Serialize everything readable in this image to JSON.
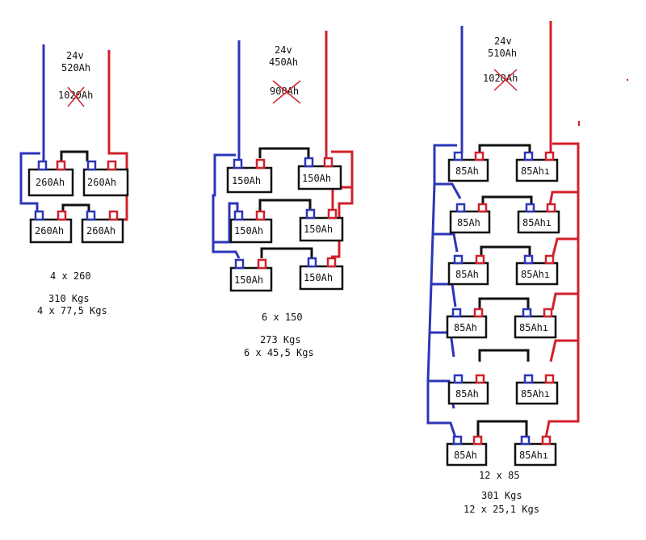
{
  "colors": {
    "negative": "#2b36b8",
    "positive": "#d0212b",
    "link": "#111111",
    "battery_outline": "#111111",
    "cross": "#d0212b"
  },
  "banks": [
    {
      "voltage": "24v",
      "capacity": "520Ah",
      "crossed_capacity": "1020Ah",
      "battery_label": "260Ah",
      "battery_count": 4,
      "footer_config": "4 x 260",
      "footer_weight": "310 Kgs",
      "footer_each": "4 x 77,5 Kgs"
    },
    {
      "voltage": "24v",
      "capacity": "450Ah",
      "crossed_capacity": "900Ah",
      "battery_label": "150Ah",
      "battery_count": 6,
      "footer_config": "6 x 150",
      "footer_weight": "273 Kgs",
      "footer_each": "6 x 45,5 Kgs"
    },
    {
      "voltage": "24v",
      "capacity": "510Ah",
      "crossed_capacity": "1020Ah",
      "battery_label": "85Ah",
      "battery_label_alt": "85Ahı",
      "battery_count": 12,
      "footer_config": "12 x 85",
      "footer_weight": "301 Kgs",
      "footer_each": "12 x 25,1 Kgs"
    }
  ]
}
